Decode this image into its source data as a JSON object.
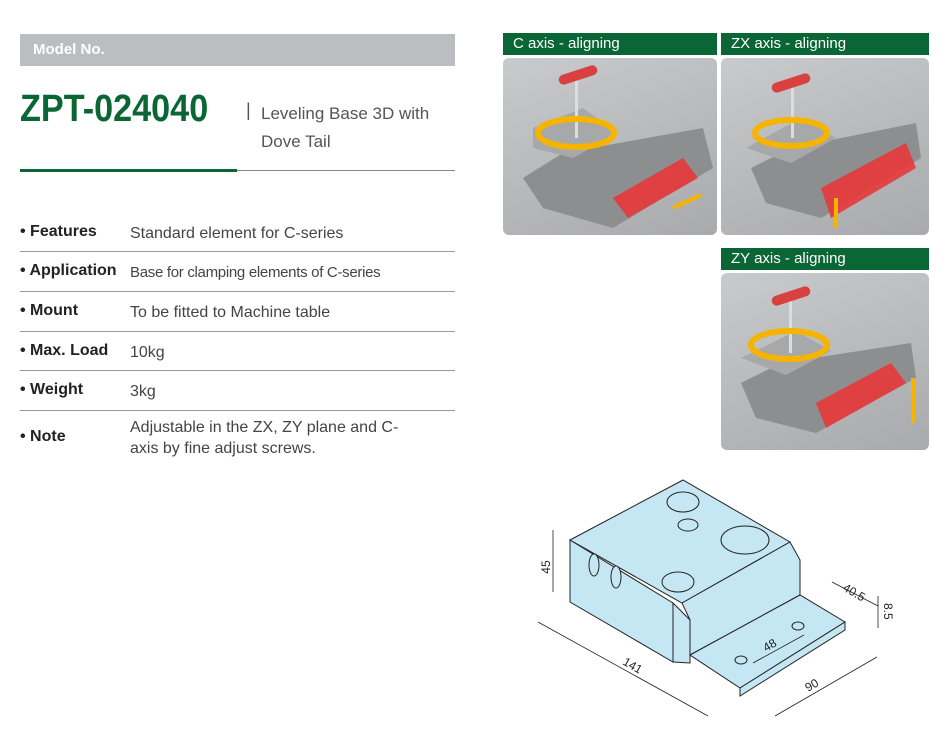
{
  "header": {
    "model_label": "Model No.",
    "model_number": "ZPT-024040",
    "separator": "|",
    "description": "Leveling Base 3D with Dove Tail"
  },
  "specs": [
    {
      "label": "• Features",
      "value": "Standard element for C-series"
    },
    {
      "label": "• Application",
      "value": "Base for clamping elements of C-series"
    },
    {
      "label": "• Mount",
      "value": "To be fitted to Machine table"
    },
    {
      "label": "• Max. Load",
      "value": "10kg"
    },
    {
      "label": "• Weight",
      "value": "3kg"
    },
    {
      "label": "• Note",
      "value": "Adjustable in the ZX, ZY plane and C-axis by fine adjust screws."
    }
  ],
  "panels": [
    {
      "title": "C axis - aligning"
    },
    {
      "title": "ZX axis - aligning"
    },
    {
      "title": "ZY axis - aligning"
    }
  ],
  "drawing": {
    "dims": {
      "height": "45",
      "length": "141",
      "width": "90",
      "hole_spacing": "48",
      "flange_width": "40.5",
      "flange_thickness": "8.5"
    }
  },
  "colors": {
    "brand_green": "#0a6634",
    "header_grey": "#bcbdc0",
    "part_blue": "#c5e6f3",
    "highlight_red": "#e8383a",
    "arrow_yellow": "#f5b400"
  }
}
